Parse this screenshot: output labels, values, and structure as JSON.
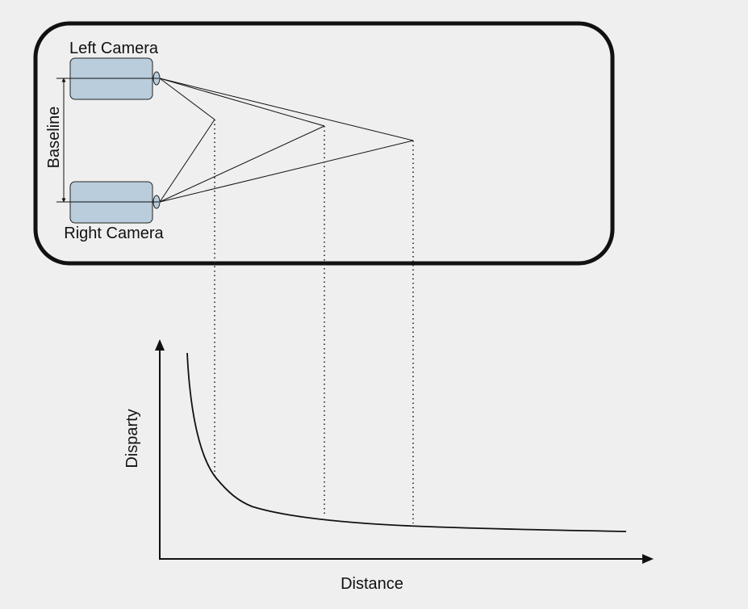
{
  "labels": {
    "left_camera": "Left Camera",
    "right_camera": "Right Camera",
    "baseline": "Baseline",
    "y_axis": "Disparty",
    "x_axis": "Distance"
  },
  "colors": {
    "background": "#efefef",
    "camera_fill": "#b9cddc",
    "stroke": "#111111"
  }
}
